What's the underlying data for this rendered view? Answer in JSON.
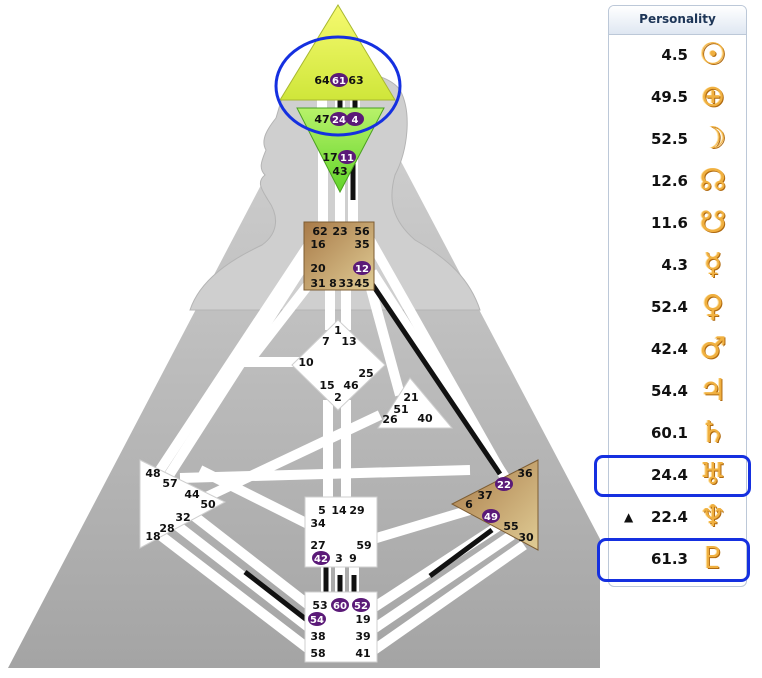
{
  "panel": {
    "title": "Personality",
    "planets": [
      {
        "value": "4.5",
        "icon": "sun-icon",
        "symbol": "☉",
        "mark": ""
      },
      {
        "value": "49.5",
        "icon": "earth-icon",
        "symbol": "⊕",
        "mark": ""
      },
      {
        "value": "52.5",
        "icon": "moon-icon",
        "symbol": "☽",
        "mark": ""
      },
      {
        "value": "12.6",
        "icon": "north-node-icon",
        "symbol": "☊",
        "mark": ""
      },
      {
        "value": "11.6",
        "icon": "south-node-icon",
        "symbol": "☋",
        "mark": ""
      },
      {
        "value": "4.3",
        "icon": "mercury-icon",
        "symbol": "☿",
        "mark": ""
      },
      {
        "value": "52.4",
        "icon": "venus-icon",
        "symbol": "♀",
        "mark": ""
      },
      {
        "value": "42.4",
        "icon": "mars-icon",
        "symbol": "♂",
        "mark": ""
      },
      {
        "value": "54.4",
        "icon": "jupiter-icon",
        "symbol": "♃",
        "mark": ""
      },
      {
        "value": "60.1",
        "icon": "saturn-icon",
        "symbol": "♄",
        "mark": ""
      },
      {
        "value": "24.4",
        "icon": "uranus-icon",
        "symbol": "♅",
        "mark": ""
      },
      {
        "value": "22.4",
        "icon": "neptune-icon",
        "symbol": "♆",
        "mark": "▲"
      },
      {
        "value": "61.3",
        "icon": "pluto-icon",
        "symbol": "♇",
        "mark": ""
      }
    ]
  },
  "colors": {
    "highlight": "#1530e0",
    "gate_active": "#5b1a78",
    "channel_active": "#111111",
    "head_center": "#e8f24a",
    "ajna_center": "#8fe63c",
    "throat_center": "#b8935c",
    "spleen_center": "#ffffff",
    "emotional_center": "#b8935c",
    "symbol_gold": "#f0b040"
  },
  "centers": [
    {
      "id": "head",
      "defined": true
    },
    {
      "id": "ajna",
      "defined": true
    },
    {
      "id": "throat",
      "defined": true
    },
    {
      "id": "g",
      "defined": false
    },
    {
      "id": "ego",
      "defined": false
    },
    {
      "id": "spleen",
      "defined": false
    },
    {
      "id": "sacral",
      "defined": false
    },
    {
      "id": "emotional",
      "defined": true
    },
    {
      "id": "root",
      "defined": false
    }
  ],
  "gates": [
    {
      "number": "64",
      "active": false
    },
    {
      "number": "61",
      "active": true
    },
    {
      "number": "63",
      "active": false
    },
    {
      "number": "47",
      "active": false
    },
    {
      "number": "24",
      "active": true
    },
    {
      "number": "4",
      "active": true
    },
    {
      "number": "17",
      "active": false
    },
    {
      "number": "11",
      "active": true
    },
    {
      "number": "43",
      "active": false
    },
    {
      "number": "62",
      "active": false
    },
    {
      "number": "23",
      "active": false
    },
    {
      "number": "56",
      "active": false
    },
    {
      "number": "16",
      "active": false
    },
    {
      "number": "35",
      "active": false
    },
    {
      "number": "20",
      "active": false
    },
    {
      "number": "12",
      "active": true
    },
    {
      "number": "31",
      "active": false
    },
    {
      "number": "8",
      "active": false
    },
    {
      "number": "33",
      "active": false
    },
    {
      "number": "45",
      "active": false
    },
    {
      "number": "1",
      "active": false
    },
    {
      "number": "7",
      "active": false
    },
    {
      "number": "13",
      "active": false
    },
    {
      "number": "10",
      "active": false
    },
    {
      "number": "25",
      "active": false
    },
    {
      "number": "15",
      "active": false
    },
    {
      "number": "46",
      "active": false
    },
    {
      "number": "2",
      "active": false
    },
    {
      "number": "21",
      "active": false
    },
    {
      "number": "51",
      "active": false
    },
    {
      "number": "26",
      "active": false
    },
    {
      "number": "40",
      "active": false
    },
    {
      "number": "48",
      "active": false
    },
    {
      "number": "57",
      "active": false
    },
    {
      "number": "44",
      "active": false
    },
    {
      "number": "50",
      "active": false
    },
    {
      "number": "32",
      "active": false
    },
    {
      "number": "28",
      "active": false
    },
    {
      "number": "18",
      "active": false
    },
    {
      "number": "36",
      "active": false
    },
    {
      "number": "22",
      "active": true
    },
    {
      "number": "37",
      "active": false
    },
    {
      "number": "6",
      "active": false
    },
    {
      "number": "49",
      "active": true
    },
    {
      "number": "55",
      "active": false
    },
    {
      "number": "30",
      "active": false
    },
    {
      "number": "5",
      "active": false
    },
    {
      "number": "14",
      "active": false
    },
    {
      "number": "29",
      "active": false
    },
    {
      "number": "34",
      "active": false
    },
    {
      "number": "27",
      "active": false
    },
    {
      "number": "59",
      "active": false
    },
    {
      "number": "42",
      "active": true
    },
    {
      "number": "3",
      "active": false
    },
    {
      "number": "9",
      "active": false
    },
    {
      "number": "53",
      "active": false
    },
    {
      "number": "60",
      "active": true
    },
    {
      "number": "52",
      "active": true
    },
    {
      "number": "54",
      "active": true
    },
    {
      "number": "19",
      "active": false
    },
    {
      "number": "38",
      "active": false
    },
    {
      "number": "39",
      "active": false
    },
    {
      "number": "58",
      "active": false
    },
    {
      "number": "41",
      "active": false
    }
  ]
}
